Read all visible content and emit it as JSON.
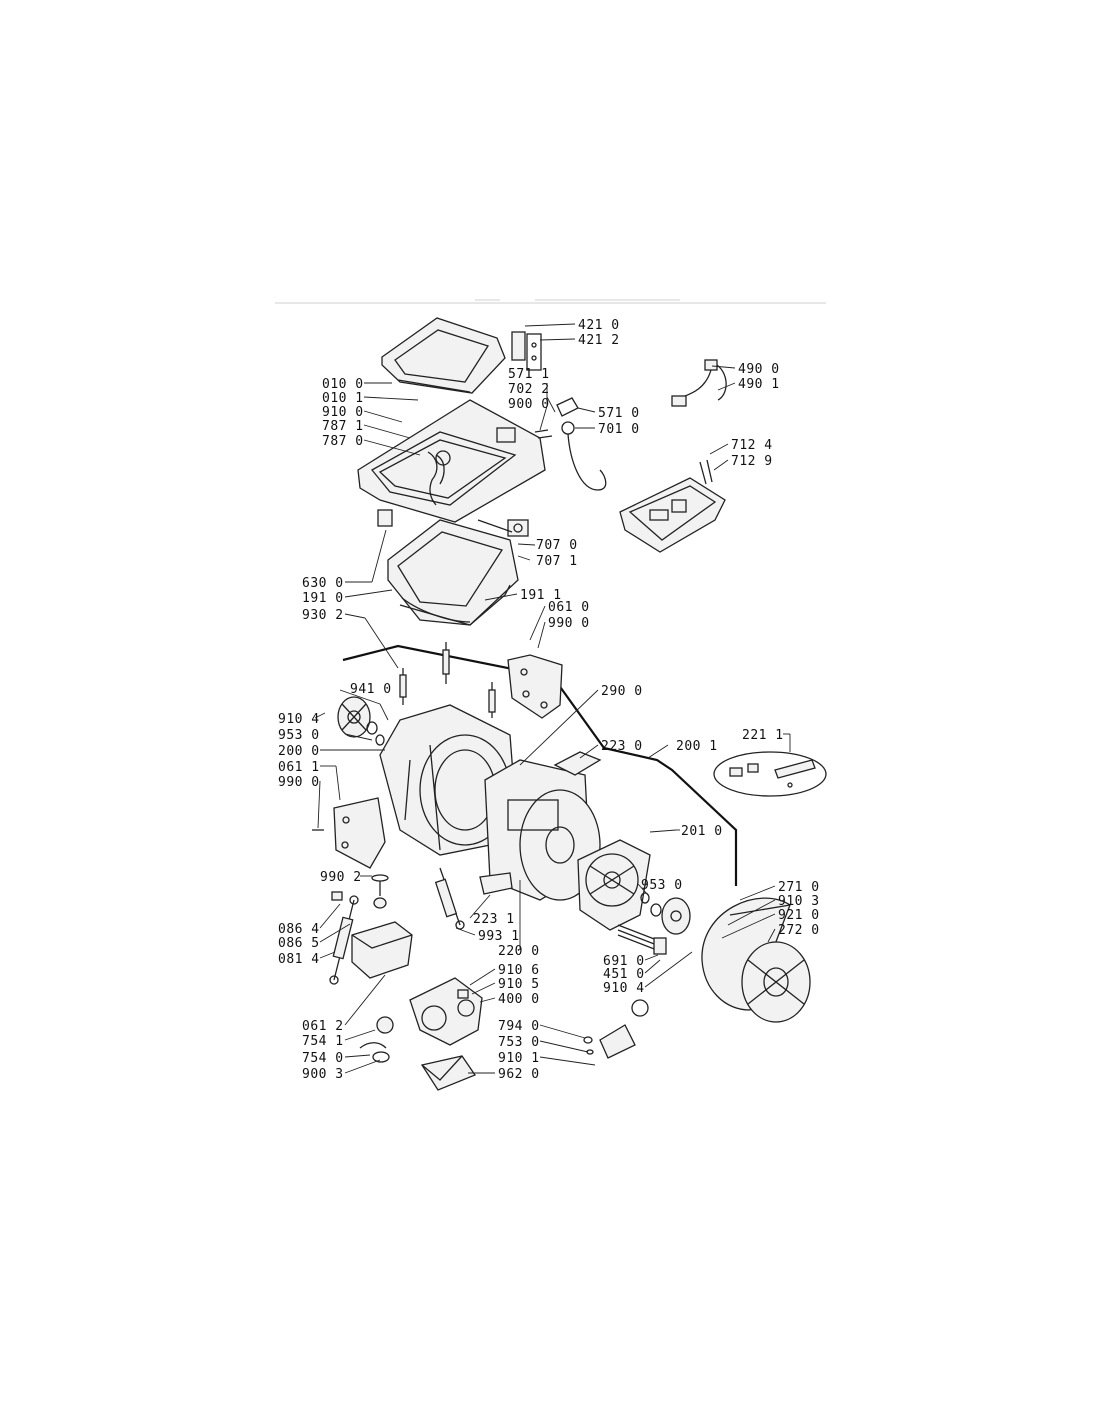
{
  "labels": [
    {
      "id": "p4210",
      "text": "421 0"
    },
    {
      "id": "p4212",
      "text": "421 2"
    },
    {
      "id": "p4900",
      "text": "490 0"
    },
    {
      "id": "p4901",
      "text": "490 1"
    },
    {
      "id": "p5711a",
      "text": "571 1"
    },
    {
      "id": "p7022",
      "text": "702 2"
    },
    {
      "id": "p9000",
      "text": "900 0"
    },
    {
      "id": "p5710",
      "text": "571 0"
    },
    {
      "id": "p7010",
      "text": "701 0"
    },
    {
      "id": "p0100",
      "text": "010 0"
    },
    {
      "id": "p0101",
      "text": "010 1"
    },
    {
      "id": "p9100",
      "text": "910 0"
    },
    {
      "id": "p7871",
      "text": "787 1"
    },
    {
      "id": "p7870",
      "text": "787 0"
    },
    {
      "id": "p7124",
      "text": "712 4"
    },
    {
      "id": "p7129",
      "text": "712 9"
    },
    {
      "id": "p7070",
      "text": "707 0"
    },
    {
      "id": "p7071",
      "text": "707 1"
    },
    {
      "id": "p6300",
      "text": "630 0"
    },
    {
      "id": "p1910",
      "text": "191 0"
    },
    {
      "id": "p9302",
      "text": "930 2"
    },
    {
      "id": "p1911",
      "text": "191 1"
    },
    {
      "id": "p0610",
      "text": "061 0"
    },
    {
      "id": "p9900",
      "text": "990 0"
    },
    {
      "id": "p9410",
      "text": "941 0"
    },
    {
      "id": "p2900",
      "text": "290 0"
    },
    {
      "id": "p9104a",
      "text": "910 4"
    },
    {
      "id": "p9530a",
      "text": "953 0"
    },
    {
      "id": "p2000",
      "text": "200 0"
    },
    {
      "id": "p0611",
      "text": "061 1"
    },
    {
      "id": "p9900b",
      "text": "990 0"
    },
    {
      "id": "p2230",
      "text": "223 0"
    },
    {
      "id": "p2001",
      "text": "200 1"
    },
    {
      "id": "p2211",
      "text": "221 1"
    },
    {
      "id": "p2010",
      "text": "201 0"
    },
    {
      "id": "p9902",
      "text": "990 2"
    },
    {
      "id": "p9530b",
      "text": "953 0"
    },
    {
      "id": "p2710",
      "text": "271 0"
    },
    {
      "id": "p9103",
      "text": "910 3"
    },
    {
      "id": "p9210",
      "text": "921 0"
    },
    {
      "id": "p2720",
      "text": "272 0"
    },
    {
      "id": "p0864",
      "text": "086 4"
    },
    {
      "id": "p0865",
      "text": "086 5"
    },
    {
      "id": "p0814",
      "text": "081 4"
    },
    {
      "id": "p2231",
      "text": "223 1"
    },
    {
      "id": "p9931",
      "text": "993 1"
    },
    {
      "id": "p2200",
      "text": "220 0"
    },
    {
      "id": "p6910",
      "text": "691 0"
    },
    {
      "id": "p4510",
      "text": "451 0"
    },
    {
      "id": "p9104b",
      "text": "910 4"
    },
    {
      "id": "p9106",
      "text": "910 6"
    },
    {
      "id": "p9105",
      "text": "910 5"
    },
    {
      "id": "p4000",
      "text": "400 0"
    },
    {
      "id": "p0612",
      "text": "061 2"
    },
    {
      "id": "p7541",
      "text": "754 1"
    },
    {
      "id": "p7540",
      "text": "754 0"
    },
    {
      "id": "p9003",
      "text": "900 3"
    },
    {
      "id": "p7940",
      "text": "794 0"
    },
    {
      "id": "p7530",
      "text": "753 0"
    },
    {
      "id": "p9101",
      "text": "910 1"
    },
    {
      "id": "p9620",
      "text": "962 0"
    }
  ]
}
